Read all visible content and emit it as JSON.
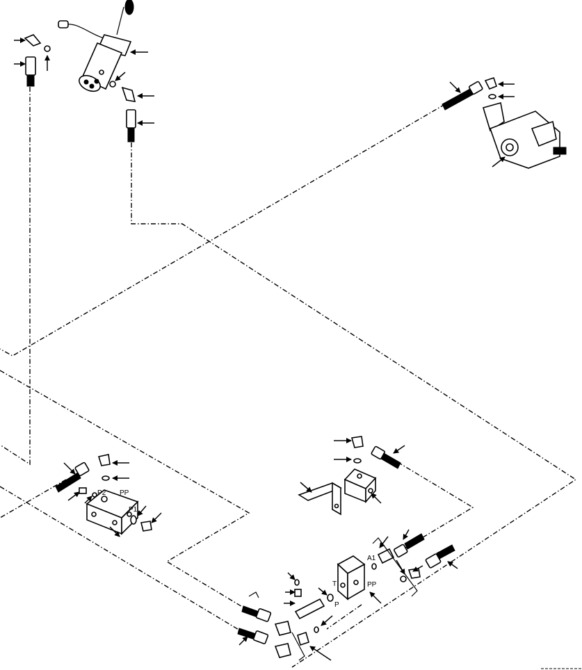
{
  "port_labels": {
    "manifold_p2": "P2",
    "manifold_pp": "PP",
    "manifold_p1": "P1",
    "valve_a1": "A1",
    "valve_t": "T",
    "valve_p": "P",
    "valve_pp": "PP"
  },
  "icons": [
    "arrow-icon",
    "joystick-icon",
    "motor-pump-icon",
    "valve-block-icon",
    "fitting-icon",
    "o-ring-icon",
    "hose-end-icon",
    "bracket-icon"
  ]
}
